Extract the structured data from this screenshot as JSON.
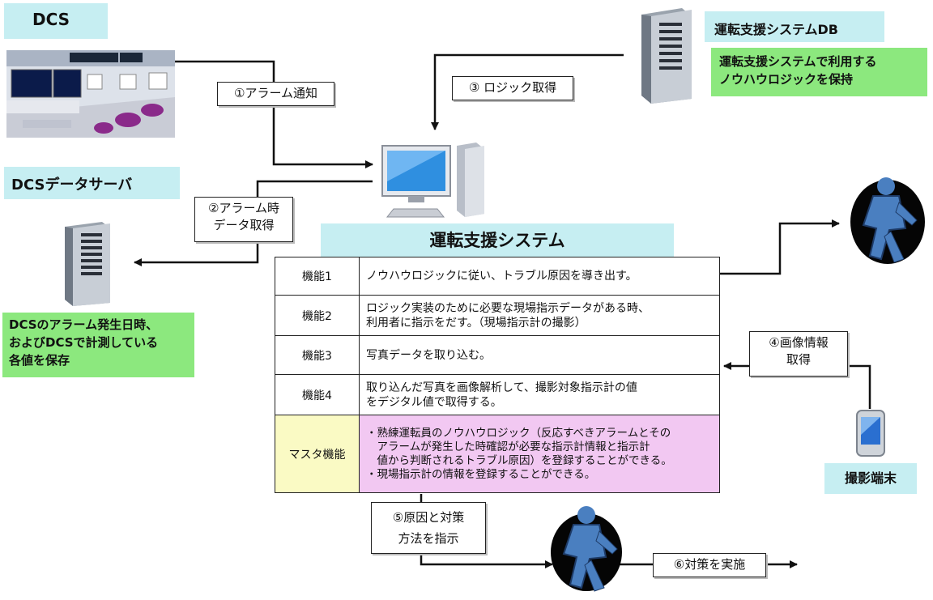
{
  "dcs": {
    "label": "DCS"
  },
  "dcs_server": {
    "label": "DCSデータサーバ",
    "description": "DCSのアラーム発生日時、\nおよびDCSで計測している\n各値を保存"
  },
  "db": {
    "label": "運転支援システムDB",
    "description": "運転支援システムで利用する\nノウハウロジックを保持"
  },
  "system": {
    "title": "運転支援システム",
    "functions": [
      {
        "name": "機能1",
        "description": "ノウハウロジックに従い、トラブル原因を導き出す。"
      },
      {
        "name": "機能2",
        "description": "ロジック実装のために必要な現場指示データがある時、\n利用者に指示をだす。（現場指示計の撮影）"
      },
      {
        "name": "機能3",
        "description": "写真データを取り込む。"
      },
      {
        "name": "機能4",
        "description": "取り込んだ写真を画像解析して、撮影対象指示計の値\nをデジタル値で取得する。"
      },
      {
        "name": "マスタ機能",
        "description": "・熟練運転員のノウハウロジック（反応すべきアラームとその\n　アラームが発生した時確認が必要な指示計情報と指示計\n　値から判断されるトラブル原因）を登録することができる。\n・現場指示計の情報を登録することができる。"
      }
    ]
  },
  "terminal": {
    "label": "撮影端末"
  },
  "steps": {
    "s1": "①アラーム通知",
    "s2": "②アラーム時\nデータ取得",
    "s3": "③ ロジック取得",
    "s4": "④画像情報\n取得",
    "s5": "⑤原因と対策\n方法を指示",
    "s6": "⑥対策を実施"
  },
  "colors": {
    "label_bg": "#c6eef2",
    "note_bg": "#8ce87e",
    "master_name_bg": "#fafac4",
    "master_desc_bg": "#f2c8f2",
    "operator": "#4a7fc0"
  }
}
